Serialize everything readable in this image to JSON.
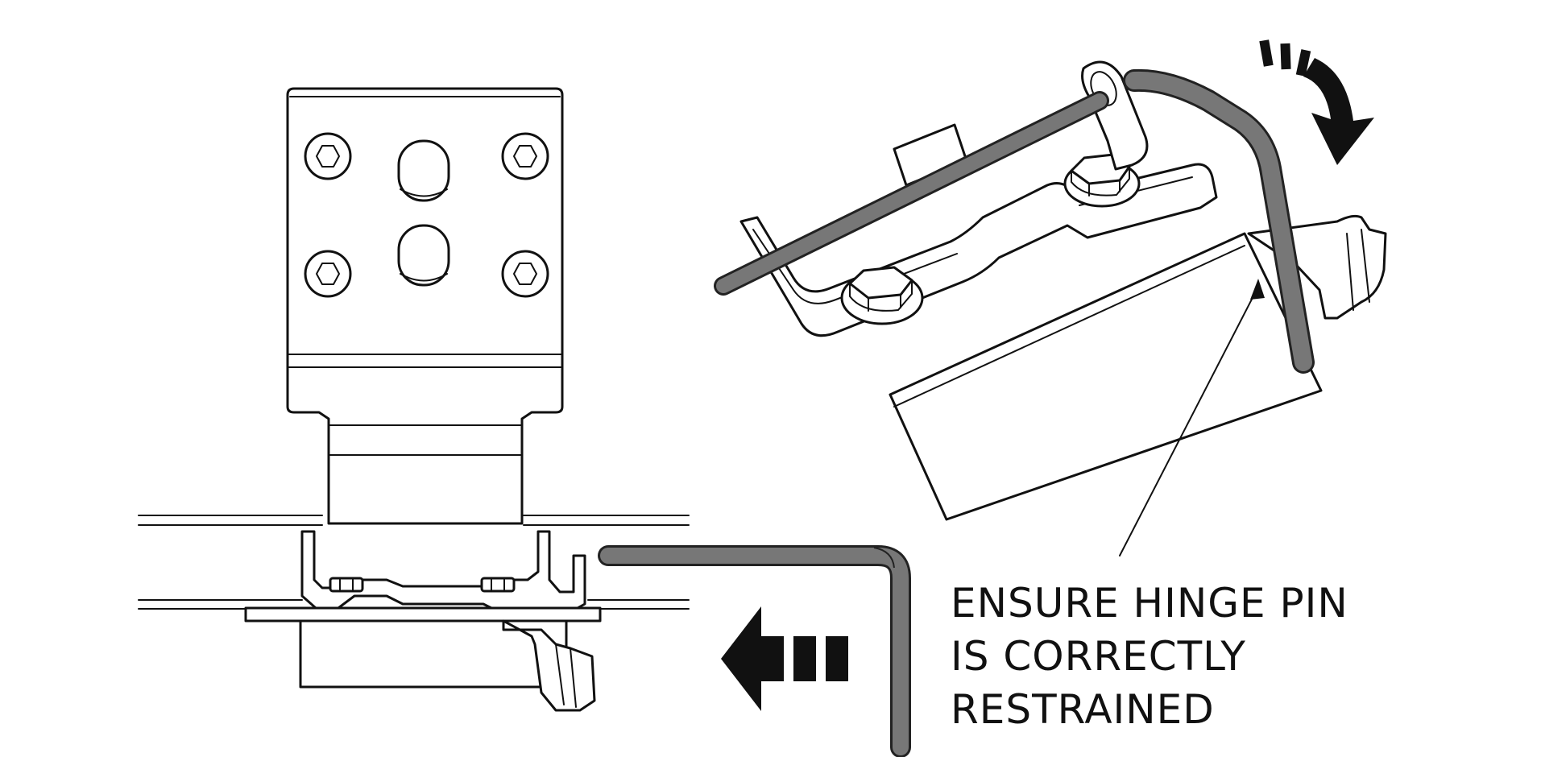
{
  "callout": {
    "lines": [
      "ENSURE HINGE PIN",
      "IS CORRECTLY",
      "RESTRAINED"
    ]
  },
  "colors": {
    "line": "#111111",
    "pin": "#777777",
    "pin_outline": "#222222",
    "background": "#ffffff"
  },
  "icons": {
    "removal_arrow": "arrow-left-icon",
    "rotation_arrow": "curved-arrow-icon"
  }
}
